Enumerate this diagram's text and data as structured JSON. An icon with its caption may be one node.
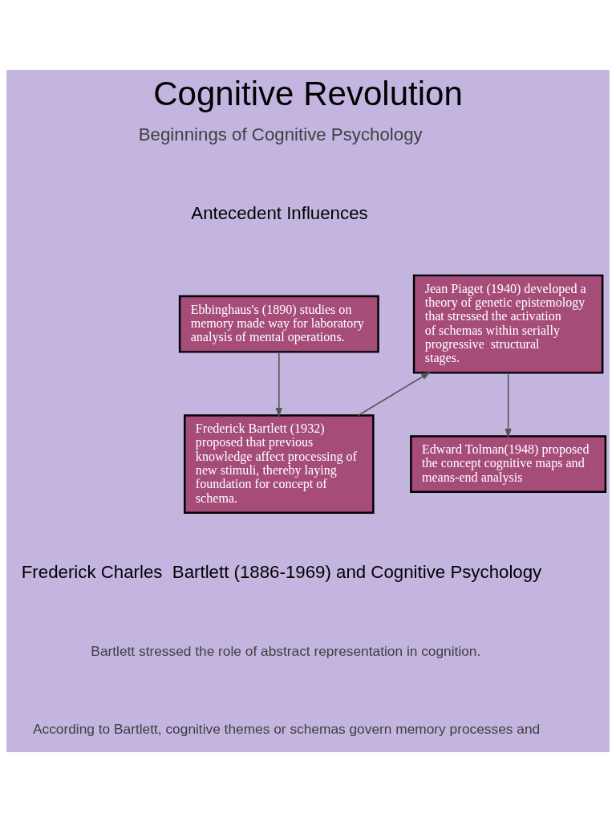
{
  "diagram": {
    "title": "Cognitive Revolution",
    "nodes": [
      {
        "text": [
          "Ebbinghaus's (1890) studies on memory made way for laboratory analysis of mental operations."
        ]
      },
      {
        "text": [
          "Frederick Bartlett (1932) proposed that previous knowledge affect processing of new stimuli, thereby laying foundation for concept of schema."
        ]
      },
      {
        "text": [
          "Jean Piaget (1940) developed a theory of genetic epistemology that stressed the activation of schemas within serially progressive  structural stages."
        ]
      },
      {
        "text": [
          "Edward Tolman(1948) proposed the concept cognitive maps and means-end analysis"
        ]
      }
    ],
    "edges": [
      {
        "from": 0,
        "to": 1,
        "arrow": "to"
      },
      {
        "from": 1,
        "to": 2,
        "arrow": "to"
      },
      {
        "from": 2,
        "to": 3,
        "arrow": "to"
      }
    ],
    "labels": [
      "Beginnings of Cognitive Psychology",
      "Antecedent Influences",
      "Frederick Charles  Bartlett (1886-1969) and Cognitive Psychology",
      "Bartlett stressed the role of abstract representation in cognition.",
      "According to Bartlett, cognitive themes or schemas govern memory processes and"
    ]
  }
}
